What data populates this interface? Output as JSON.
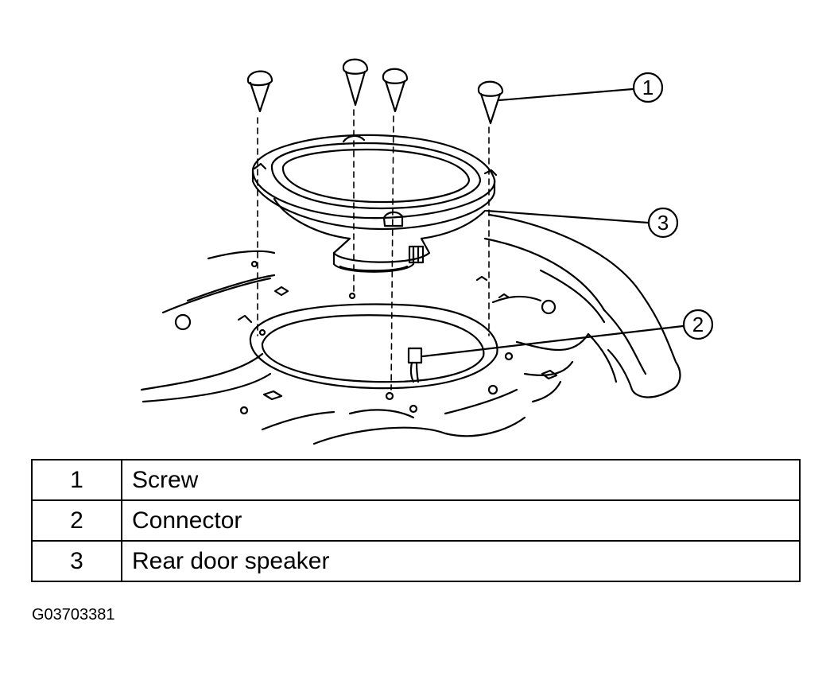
{
  "diagram": {
    "callouts": [
      {
        "number": "1",
        "target": "screw"
      },
      {
        "number": "2",
        "target": "connector"
      },
      {
        "number": "3",
        "target": "rear-door-speaker"
      }
    ]
  },
  "legend": {
    "rows": [
      {
        "num": "1",
        "desc": "Screw"
      },
      {
        "num": "2",
        "desc": "Connector"
      },
      {
        "num": "3",
        "desc": "Rear door speaker"
      }
    ]
  },
  "figure_code": "G03703381"
}
